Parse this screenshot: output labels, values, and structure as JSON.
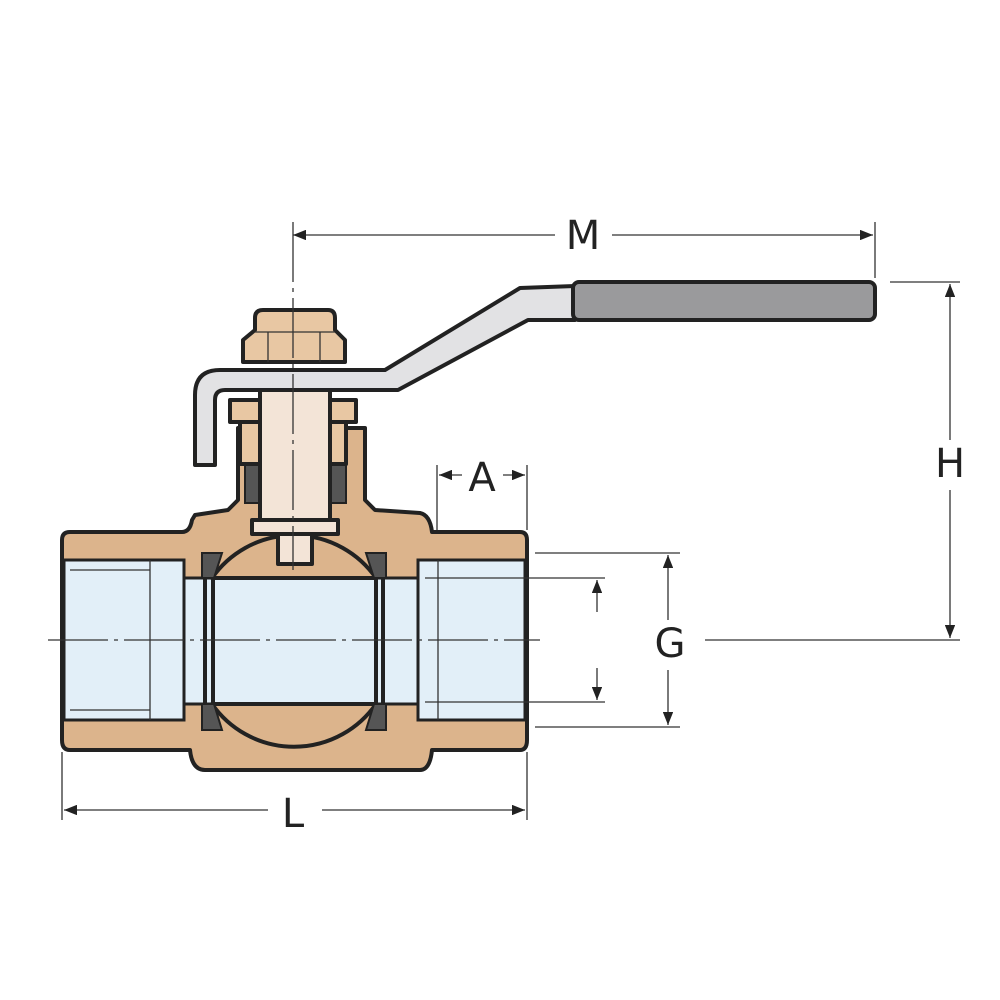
{
  "diagram": {
    "labels": {
      "M": "M",
      "H": "H",
      "A": "A",
      "G": "G",
      "L": "L"
    },
    "colors": {
      "body": "#dcb48c",
      "stem": "#f3e4d7",
      "nut": "#e8c7a3",
      "bore": "#e2eff8",
      "seal": "#555555",
      "lever": "#e2e2e4",
      "grip": "#9a9a9c",
      "outline": "#222222"
    }
  }
}
